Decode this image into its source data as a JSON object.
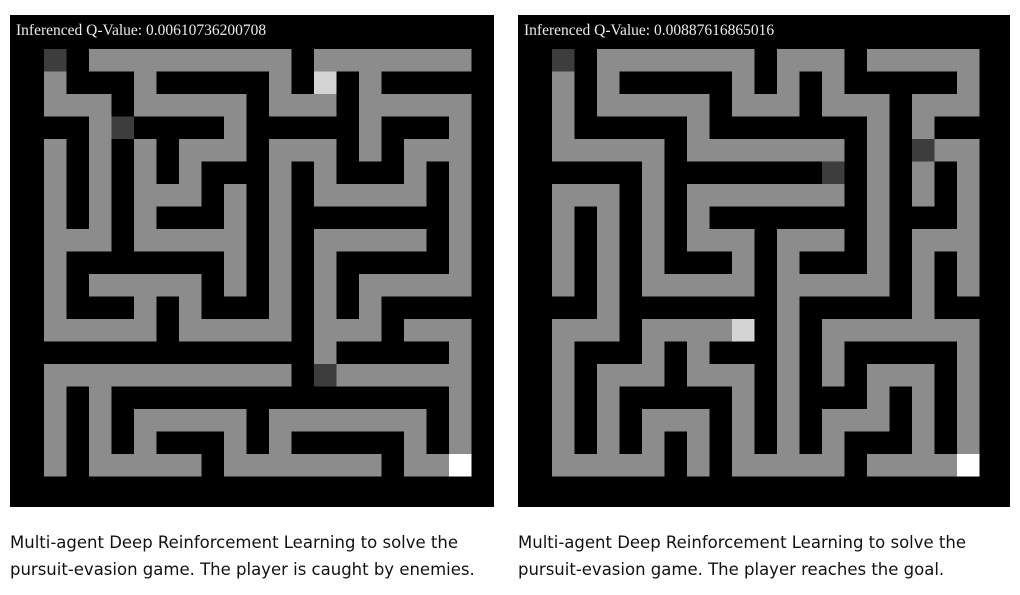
{
  "panels": [
    {
      "qvalue_label": "Inferenced Q-Value: 0.00610736200708",
      "caption_line1": "Multi-agent Deep Reinforcement Learning to solve the",
      "caption_line2": "pursuit-evasion game. The player is caught by enemies.",
      "colors": {
        "wall": "#000000",
        "path": "#8c8c8c",
        "enemy": "#3d3d3d",
        "player": "#d4d4d4",
        "goal": "#ffffff"
      },
      "enemies": [
        [
          0,
          0
        ],
        [
          3,
          3
        ],
        [
          12,
          14
        ]
      ],
      "player": [
        12,
        1
      ],
      "goal": [
        18,
        18
      ]
    },
    {
      "qvalue_label": "Inferenced Q-Value: 0.00887616865016",
      "caption_line1": "Multi-agent Deep Reinforcement Learning to solve the",
      "caption_line2": "pursuit-evasion game. The player reaches the goal.",
      "colors": {
        "wall": "#000000",
        "path": "#8c8c8c",
        "enemy": "#3d3d3d",
        "player": "#d4d4d4",
        "goal": "#ffffff"
      },
      "enemies": [
        [
          0,
          0
        ],
        [
          16,
          4
        ],
        [
          12,
          5
        ]
      ],
      "player": [
        8,
        12
      ],
      "goal": [
        18,
        18
      ]
    }
  ]
}
